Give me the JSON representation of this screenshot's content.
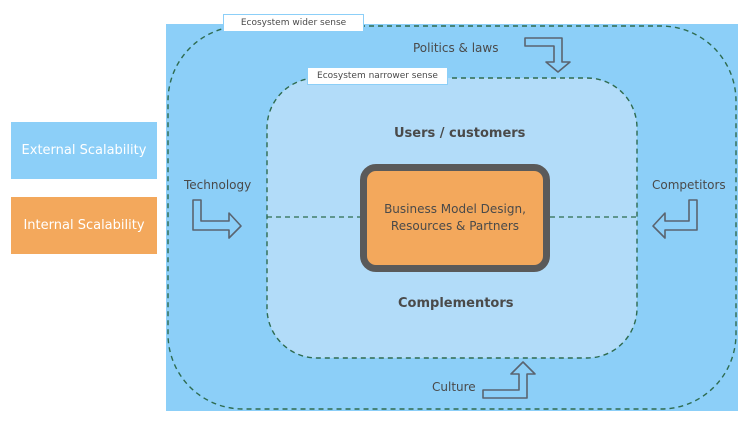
{
  "legend": {
    "external": "External Scalability",
    "internal": "Internal Scalability"
  },
  "ecosystem": {
    "wider_tag": "Ecosystem wider sense",
    "narrower_tag": "Ecosystem narrower sense"
  },
  "forces": {
    "politics": "Politics & laws",
    "technology": "Technology",
    "competitors": "Competitors",
    "culture": "Culture"
  },
  "inner": {
    "users": "Users / customers",
    "complementors": "Complementors"
  },
  "core": {
    "line1": "Business Model Design,",
    "line2": "Resources & Partners"
  },
  "colors": {
    "external_blue": "#8ccff8",
    "inner_blue": "#b2dcf9",
    "internal_orange": "#f3a85c",
    "core_border": "#5a5a5a",
    "dashed_green": "#2e6b4f"
  }
}
